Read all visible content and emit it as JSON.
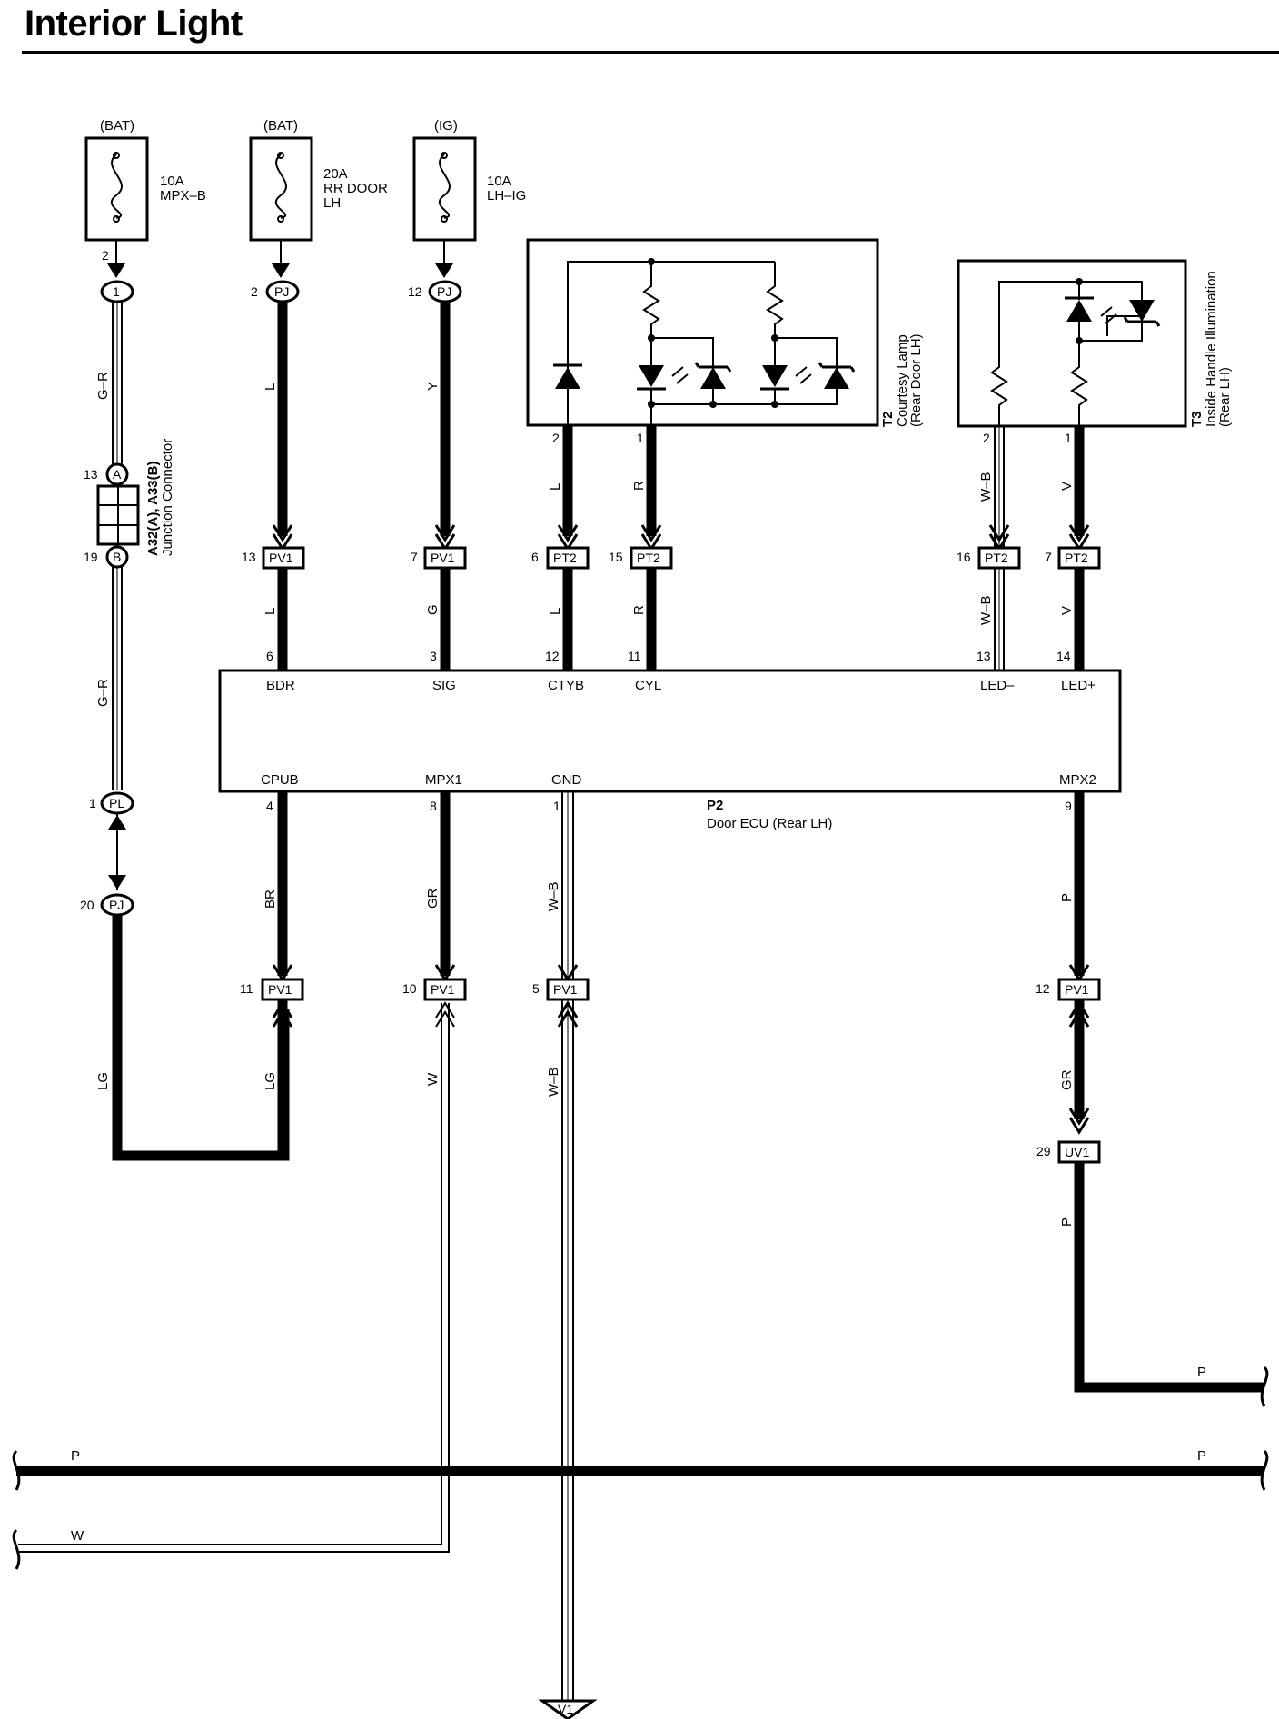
{
  "title": "Interior Light",
  "fuses": [
    {
      "id": "fuse-mpx-b",
      "source": "(BAT)",
      "line1": "10A",
      "line2": "MPX–B",
      "line3": ""
    },
    {
      "id": "fuse-rr-door",
      "source": "(BAT)",
      "line1": "20A",
      "line2": "RR DOOR",
      "line3": "LH"
    },
    {
      "id": "fuse-lh-ig",
      "source": "(IG)",
      "line1": "10A",
      "line2": "LH–IG",
      "line3": ""
    }
  ],
  "connector_pins": {
    "fuse1_pin": "2",
    "fuse1_conn": "1",
    "fuse2_pin": "2",
    "fuse2_conn": "PJ",
    "fuse3_pin": "12",
    "fuse3_conn": "PJ",
    "jc_a_pin": "13",
    "jc_a": "A",
    "jc_b_pin": "19",
    "jc_b": "B",
    "pl_pin": "1",
    "pl": "PL",
    "pj20_pin": "20",
    "pj20": "PJ",
    "pv1_13_pin": "13",
    "pv1": "PV1",
    "pv1_7_pin": "7",
    "pt2_6_pin": "6",
    "pt2": "PT2",
    "pt2_15_pin": "15",
    "pt2_16_pin": "16",
    "pt2_7_pin": "7",
    "pv1_11_pin": "11",
    "pv1_10_pin": "10",
    "pv1_5_pin": "5",
    "pv1_12_pin": "12",
    "uv1_29_pin": "29",
    "uv1": "UV1",
    "t2_pin2": "2",
    "t2_pin1": "1",
    "t3_pin2": "2",
    "t3_pin1": "1"
  },
  "junction_connector": {
    "id": "A32(A), A33(B)",
    "name": "Junction Connector"
  },
  "wire_colors": {
    "gr1": "G–R",
    "gr2": "G–R",
    "lg1": "LG",
    "lg2": "LG",
    "l_top": "L",
    "l_bot": "L",
    "y": "Y",
    "g": "G",
    "ctyb_top": "L",
    "ctyb_bot": "L",
    "r_top": "R",
    "r_bot": "R",
    "wb_top": "W–B",
    "wb_bot": "W–B",
    "v_top": "V",
    "v_bot": "V",
    "br": "BR",
    "gr_mpx1": "GR",
    "w": "W",
    "wb_gnd1": "W–B",
    "wb_gnd2": "W–B",
    "p_mpx2": "P",
    "gr_mpx2": "GR",
    "p_uv1": "P",
    "p_right": "P",
    "p_bus_left": "P",
    "p_bus_right": "P",
    "w_bus": "W"
  },
  "ecu": {
    "id": "P2",
    "name": "Door ECU (Rear LH)",
    "top_pins": [
      {
        "num": "6",
        "name": "BDR"
      },
      {
        "num": "3",
        "name": "SIG"
      },
      {
        "num": "12",
        "name": "CTYB"
      },
      {
        "num": "11",
        "name": "CYL"
      },
      {
        "num": "13",
        "name": "LED–"
      },
      {
        "num": "14",
        "name": "LED+"
      }
    ],
    "bottom_pins": [
      {
        "num": "4",
        "name": "CPUB"
      },
      {
        "num": "8",
        "name": "MPX1"
      },
      {
        "num": "1",
        "name": "GND"
      },
      {
        "num": "9",
        "name": "MPX2"
      }
    ]
  },
  "components": {
    "t2": {
      "id": "T2",
      "name": "Courtesy Lamp",
      "sub": "(Rear Door LH)"
    },
    "t3": {
      "id": "T3",
      "name": "Inside Handle Illumination",
      "sub": "(Rear LH)"
    }
  },
  "ground": "V1"
}
